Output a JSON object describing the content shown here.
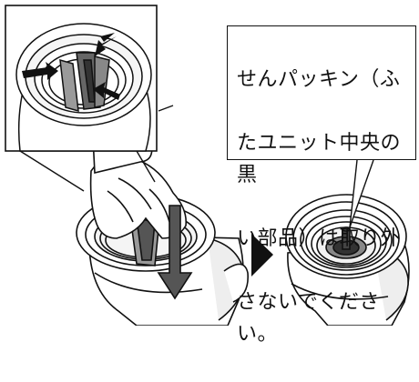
{
  "callout": {
    "lines": [
      "せんパッキン（ふ",
      "たユニット中央の黒",
      "い部品）は取り外",
      "さないでください。"
    ]
  },
  "steps": {
    "next_arrow_icon": "right-triangle-arrow"
  }
}
